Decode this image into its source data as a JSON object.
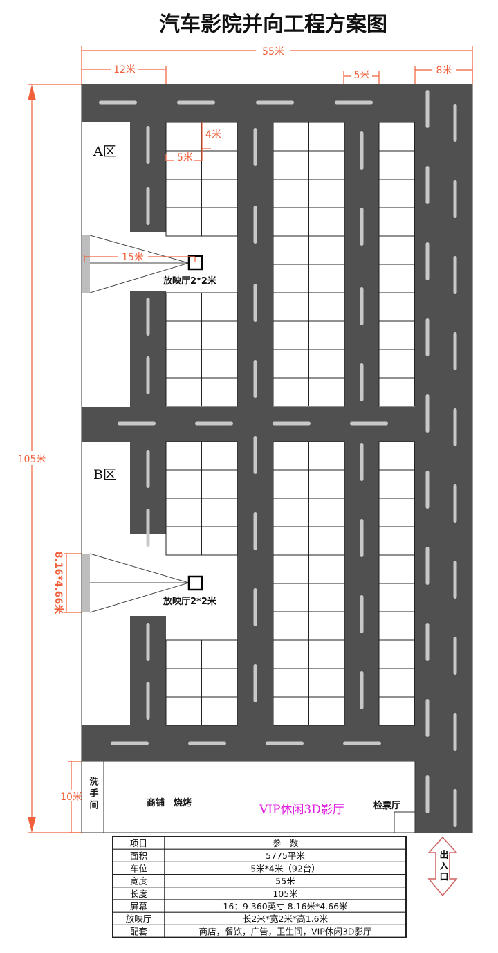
{
  "title": "汽车影院并向工程方案图",
  "dimensions": {
    "total_width": "55米",
    "left_width": "12米",
    "lane_width": "5米",
    "right_road": "8米",
    "total_length": "105米",
    "bottom_depth": "10米",
    "cell_width": "5米",
    "cell_height": "4米",
    "projection_distance": "15米",
    "screen_size": "8.16*4.66米"
  },
  "zones": {
    "a": "A区",
    "b": "B区"
  },
  "projection_booth": "放映厅2*2米",
  "bottom": {
    "washroom": "洗手间",
    "shops": "商铺　烧烤",
    "vip": "VIP休闲3D影厅",
    "ticket": "检票厅",
    "vip_color": "#e020e0"
  },
  "exit": "出入口",
  "table": {
    "headers": [
      "项目",
      "参　数"
    ],
    "rows": [
      [
        "面积",
        "5775平米"
      ],
      [
        "车位",
        "5米*4米（92台）"
      ],
      [
        "宽度",
        "55米"
      ],
      [
        "长度",
        "105米"
      ],
      [
        "屏幕",
        "16：9 360英寸 8.16米*4.66米"
      ],
      [
        "放映厅",
        "长2米*宽2米*高1.6米"
      ],
      [
        "配套",
        "商店，餐饮，广告，卫生间，VIP休闲3D影厅"
      ]
    ]
  }
}
